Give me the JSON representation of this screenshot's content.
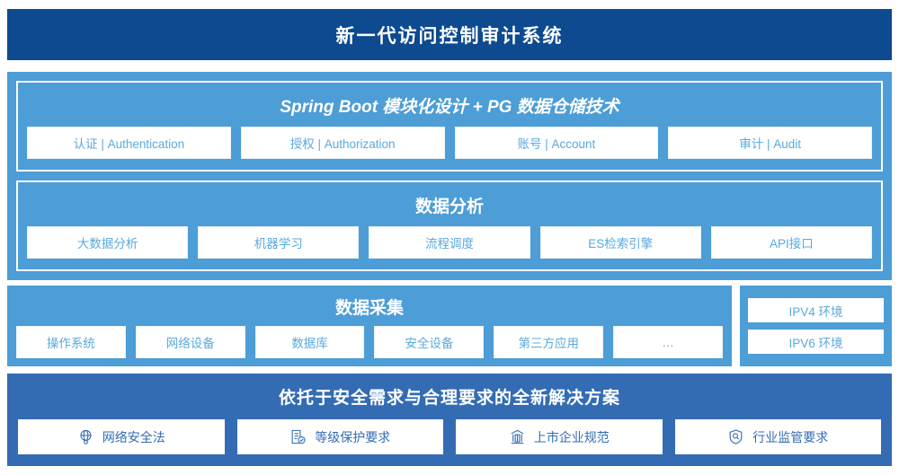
{
  "header": {
    "title": "新一代访问控制审计系统"
  },
  "colors": {
    "header_bg": "#0d4a8f",
    "panel_light_blue": "#4d9dd6",
    "panel_dark_blue": "#336cb3",
    "chip_text_light": "#5aa9dd",
    "chip_text_dark": "#336cb3",
    "chip_bg": "#ffffff"
  },
  "architecture": {
    "title": "Spring Boot 模块化设计 + PG 数据仓储技术",
    "items": [
      {
        "label": "认证 | Authentication"
      },
      {
        "label": "授权 | Authorization"
      },
      {
        "label": "账号 | Account"
      },
      {
        "label": "审计 | Audit"
      }
    ]
  },
  "analysis": {
    "title": "数据分析",
    "items": [
      {
        "label": "大数据分析"
      },
      {
        "label": "机器学习"
      },
      {
        "label": "流程调度"
      },
      {
        "label": "ES检索引擎"
      },
      {
        "label": "API接口"
      }
    ]
  },
  "collection": {
    "title": "数据采集",
    "items": [
      {
        "label": "操作系统"
      },
      {
        "label": "网络设备"
      },
      {
        "label": "数据库"
      },
      {
        "label": "安全设备"
      },
      {
        "label": "第三方应用"
      },
      {
        "label": "…"
      }
    ]
  },
  "environments": {
    "items": [
      {
        "label": "IPV4 环境"
      },
      {
        "label": "IPV6 环境"
      }
    ]
  },
  "solutions": {
    "title": "依托于安全需求与合理要求的全新解决方案",
    "items": [
      {
        "label": "网络安全法",
        "icon": "globe-network-icon"
      },
      {
        "label": "等级保护要求",
        "icon": "document-check-icon"
      },
      {
        "label": "上市企业规范",
        "icon": "bank-building-icon"
      },
      {
        "label": "行业监管要求",
        "icon": "shield-search-icon"
      }
    ]
  }
}
